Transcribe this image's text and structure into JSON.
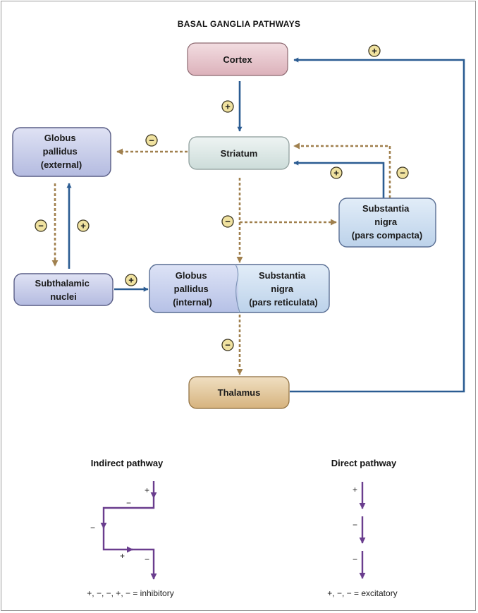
{
  "title": "BASAL GANGLIA PATHWAYS",
  "colors": {
    "excitatory_arrow": "#2b5c92",
    "inhibitory_arrow": "#a0804e",
    "legend_arrow": "#6a3d8e",
    "cortex_fill": "#e9c9cf",
    "striatum_fill": "#dde8e6",
    "blue_node_fill": "#c8cde9",
    "gp_internal_fill": "#cbd3ee",
    "sn_reticulata_fill": "#cfe0f0",
    "sn_compacta_fill": "#cfdff2",
    "thalamus_fill": "#e4cba2",
    "sign_badge_fill": "#f0e2a0"
  },
  "nodes": {
    "cortex": {
      "lines": [
        "Cortex"
      ]
    },
    "striatum": {
      "lines": [
        "Striatum"
      ]
    },
    "gp_external": {
      "lines": [
        "Globus",
        "pallidus",
        "(external)"
      ]
    },
    "subthalamic": {
      "lines": [
        "Subthalamic",
        "nuclei"
      ]
    },
    "gp_internal": {
      "lines": [
        "Globus",
        "pallidus",
        "(internal)"
      ]
    },
    "sn_reticulata": {
      "lines": [
        "Substantia",
        "nigra",
        "(pars reticulata)"
      ]
    },
    "sn_compacta": {
      "lines": [
        "Substantia",
        "nigra",
        "(pars compacta)"
      ]
    },
    "thalamus": {
      "lines": [
        "Thalamus"
      ]
    }
  },
  "connections": [
    {
      "from": "Cortex",
      "to": "Striatum",
      "sign": "+"
    },
    {
      "from": "Striatum",
      "to": "Globus pallidus (external)",
      "sign": "−"
    },
    {
      "from": "Globus pallidus (external)",
      "to": "Subthalamic nuclei",
      "sign": "−"
    },
    {
      "from": "Subthalamic nuclei",
      "to": "Globus pallidus (external)",
      "sign": "+"
    },
    {
      "from": "Subthalamic nuclei",
      "to": "Globus pallidus (internal)",
      "sign": "+"
    },
    {
      "from": "Striatum",
      "to": "Globus pallidus (internal)",
      "sign": "−"
    },
    {
      "from": "Striatum",
      "to": "Substantia nigra (pars compacta)",
      "sign": "−"
    },
    {
      "from": "Substantia nigra (pars compacta)",
      "to": "Striatum",
      "sign": "+"
    },
    {
      "from": "Substantia nigra (pars compacta)",
      "to": "Striatum",
      "sign": "−"
    },
    {
      "from": "Globus pallidus (internal)",
      "to": "Thalamus",
      "sign": "−"
    },
    {
      "from": "Thalamus",
      "to": "Cortex",
      "sign": "+"
    }
  ],
  "legend": {
    "indirect": {
      "title": "Indirect pathway",
      "signs": [
        "+",
        "−",
        "−",
        "+",
        "−"
      ],
      "caption": "+, −, −, +, − = inhibitory"
    },
    "direct": {
      "title": "Direct pathway",
      "signs": [
        "+",
        "−",
        "−"
      ],
      "caption": "+, −, − = excitatory"
    }
  }
}
